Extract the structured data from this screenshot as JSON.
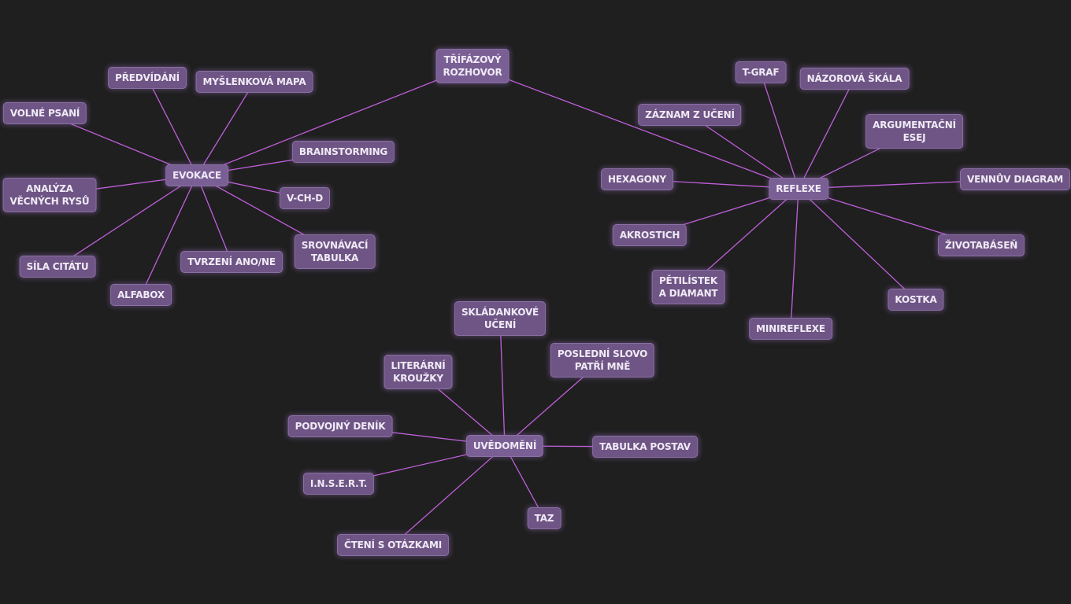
{
  "nodes": [
    {
      "id": "root",
      "label": "TŘÍFÁZOVÝ\nROZHOVOR"
    },
    {
      "id": "evokace",
      "label": "EVOKACE"
    },
    {
      "id": "uvedomeni",
      "label": "UVĚDOMĚNÍ"
    },
    {
      "id": "reflexe",
      "label": "REFLEXE"
    },
    {
      "id": "predvidani",
      "label": "PŘEDVÍDÁNÍ"
    },
    {
      "id": "myslenkova-mapa",
      "label": "MYŠLENKOVÁ MAPA"
    },
    {
      "id": "volne-psani",
      "label": "VOLNÉ PSANÍ"
    },
    {
      "id": "brainstorming",
      "label": "BRAINSTORMING"
    },
    {
      "id": "analyza",
      "label": "ANALÝZA\nVĚCNÝCH RYSŮ"
    },
    {
      "id": "v-ch-d",
      "label": "V-CH-D"
    },
    {
      "id": "srovnavaci-tabulka",
      "label": "SROVNÁVACÍ\nTABULKA"
    },
    {
      "id": "sila-citatu",
      "label": "SÍLA CITÁTU"
    },
    {
      "id": "tvrzeni",
      "label": "TVRZENÍ ANO/NE"
    },
    {
      "id": "alfabox",
      "label": "ALFABOX"
    },
    {
      "id": "skladankove",
      "label": "SKLÁDANKOVÉ\nUČENÍ"
    },
    {
      "id": "literarni-krouzky",
      "label": "LITERÁRNÍ\nKROUŽKY"
    },
    {
      "id": "posledni-slovo",
      "label": "POSLEDNÍ SLOVO\nPATŘÍ MNĚ"
    },
    {
      "id": "podvojny-denik",
      "label": "PODVOJNÝ DENÍK"
    },
    {
      "id": "tabulka-postav",
      "label": "TABULKA POSTAV"
    },
    {
      "id": "insert",
      "label": "I.N.S.E.R.T."
    },
    {
      "id": "taz",
      "label": "TAZ"
    },
    {
      "id": "cteni-otazky",
      "label": "ČTENÍ S OTÁZKAMI"
    },
    {
      "id": "t-graf",
      "label": "T-GRAF"
    },
    {
      "id": "nazorova-skala",
      "label": "NÁZOROVÁ ŠKÁLA"
    },
    {
      "id": "zaznam-z-uceni",
      "label": "ZÁZNAM Z UČENÍ"
    },
    {
      "id": "argumentacni-esej",
      "label": "ARGUMENTAČNÍ\nESEJ"
    },
    {
      "id": "hexagony",
      "label": "HEXAGONY"
    },
    {
      "id": "vennuv-diagram",
      "label": "VENNŮV DIAGRAM"
    },
    {
      "id": "akrostich",
      "label": "AKROSTICH"
    },
    {
      "id": "zivotabasen",
      "label": "ŽIVOTABÁSEŇ"
    },
    {
      "id": "petilistek",
      "label": "PĚTILÍSTEK\nA DIAMANT"
    },
    {
      "id": "kostka",
      "label": "KOSTKA"
    },
    {
      "id": "minireflexe",
      "label": "MINIREFLEXE"
    }
  ],
  "edges": [
    [
      "root",
      "evokace"
    ],
    [
      "root",
      "reflexe"
    ],
    [
      "evokace",
      "predvidani"
    ],
    [
      "evokace",
      "myslenkova-mapa"
    ],
    [
      "evokace",
      "volne-psani"
    ],
    [
      "evokace",
      "brainstorming"
    ],
    [
      "evokace",
      "analyza"
    ],
    [
      "evokace",
      "v-ch-d"
    ],
    [
      "evokace",
      "srovnavaci-tabulka"
    ],
    [
      "evokace",
      "sila-citatu"
    ],
    [
      "evokace",
      "tvrzeni"
    ],
    [
      "evokace",
      "alfabox"
    ],
    [
      "uvedomeni",
      "skladankove"
    ],
    [
      "uvedomeni",
      "literarni-krouzky"
    ],
    [
      "uvedomeni",
      "posledni-slovo"
    ],
    [
      "uvedomeni",
      "podvojny-denik"
    ],
    [
      "uvedomeni",
      "tabulka-postav"
    ],
    [
      "uvedomeni",
      "insert"
    ],
    [
      "uvedomeni",
      "taz"
    ],
    [
      "uvedomeni",
      "cteni-otazky"
    ],
    [
      "reflexe",
      "t-graf"
    ],
    [
      "reflexe",
      "nazorova-skala"
    ],
    [
      "reflexe",
      "zaznam-z-uceni"
    ],
    [
      "reflexe",
      "argumentacni-esej"
    ],
    [
      "reflexe",
      "hexagony"
    ],
    [
      "reflexe",
      "vennuv-diagram"
    ],
    [
      "reflexe",
      "akrostich"
    ],
    [
      "reflexe",
      "zivotabasen"
    ],
    [
      "reflexe",
      "petilistek"
    ],
    [
      "reflexe",
      "kostka"
    ],
    [
      "reflexe",
      "minireflexe"
    ]
  ]
}
